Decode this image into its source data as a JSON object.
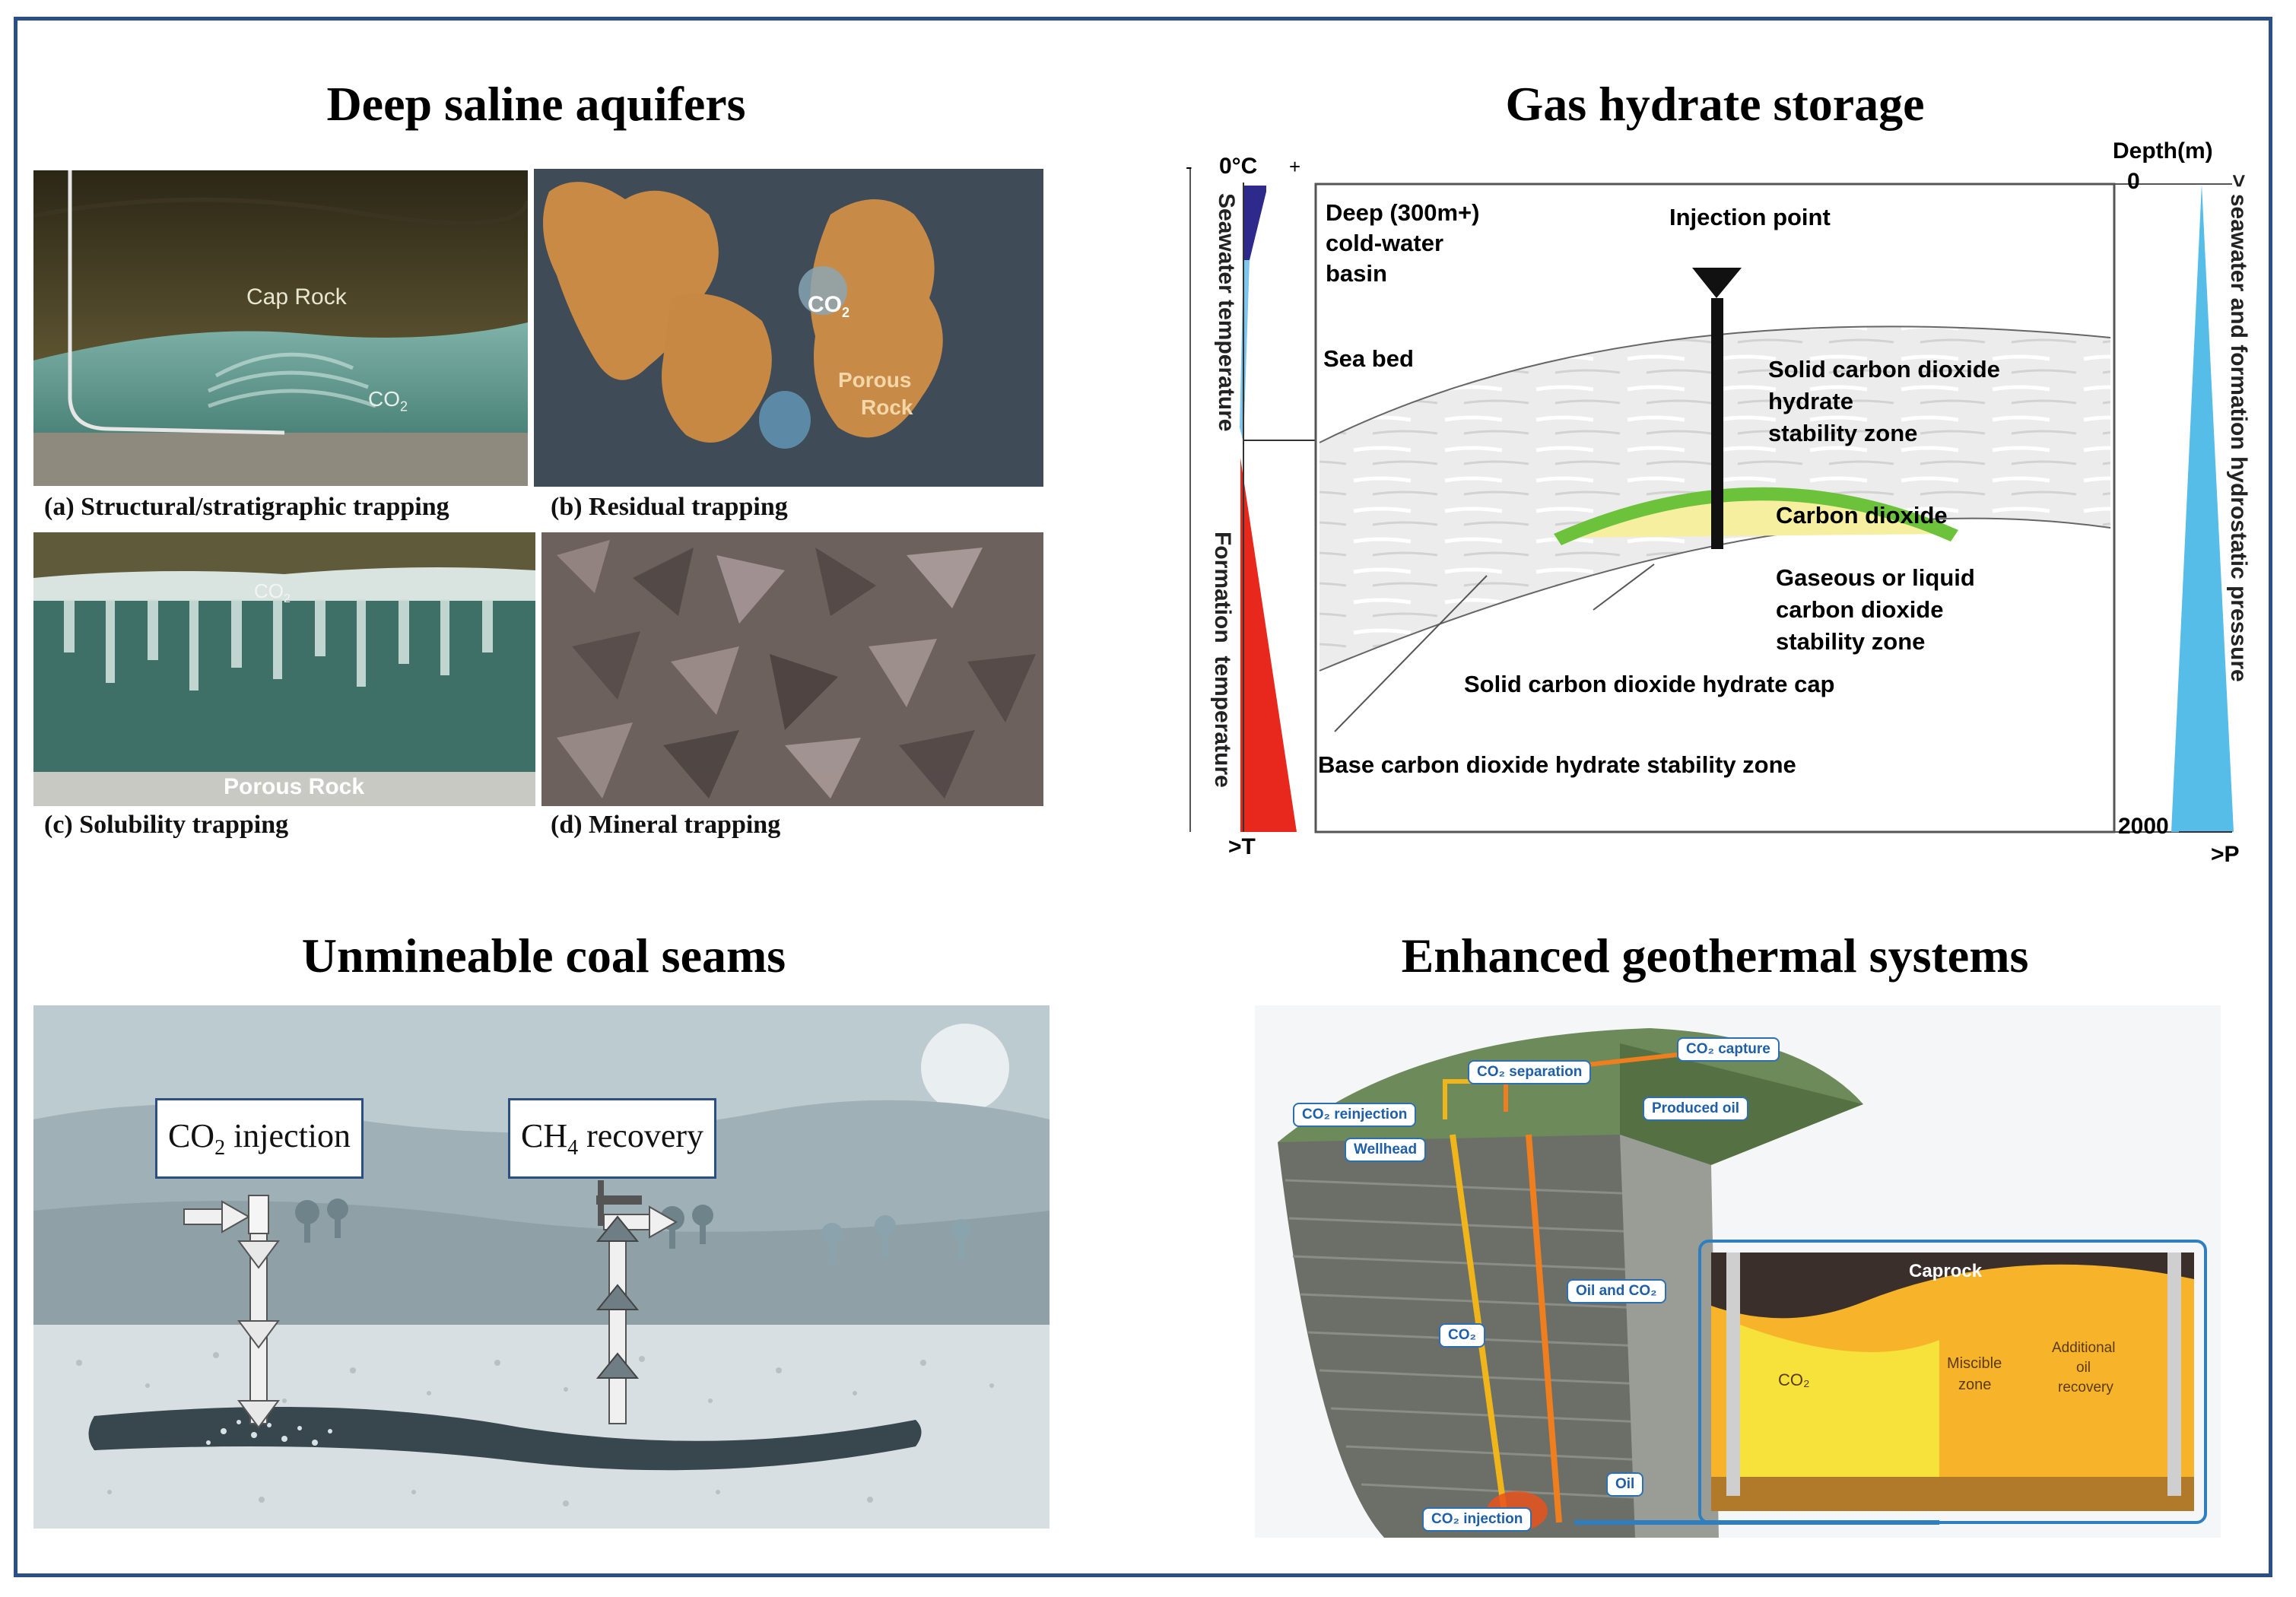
{
  "panels": {
    "deep_saline": {
      "title": "Deep saline aquifers",
      "captions": {
        "a": "(a) Structural/stratigraphic trapping",
        "b": "(b) Residual trapping",
        "c": "(c) Solubility trapping",
        "d": "(d) Mineral trapping"
      },
      "photo_labels": {
        "cap_rock": "Cap Rock",
        "co2_a": "CO",
        "co2_b": "CO",
        "porous_b_1": "Porous",
        "porous_b_2": "Rock",
        "co2_c": "CO",
        "porous_c": "Porous Rock"
      },
      "subscript_2": "2"
    },
    "gas_hydrate": {
      "title": "Gas hydrate storage",
      "zero_c": "0°C",
      "minus": "-",
      "plus": "+",
      "depth_label": "Depth(m)",
      "depth_top": "0",
      "depth_bottom": "2000",
      "left_axis_upper": "Seawater temperature",
      "left_axis_lower": "Formation  temperature",
      "right_axis": "> seawater and formation hydrostatic pressure",
      "gt_t": ">T",
      "gt_p": ">P",
      "basin_1": "Deep (300m+)",
      "basin_2": "cold-water",
      "basin_3": "basin",
      "injection_point": "Injection point",
      "sea_bed": "Sea bed",
      "hydrate_zone_1": "Solid carbon dioxide",
      "hydrate_zone_2": "hydrate",
      "hydrate_zone_3": "stability zone",
      "carbon_dioxide": "Carbon dioxide",
      "gaseous_1": "Gaseous or liquid",
      "gaseous_2": "carbon dioxide",
      "gaseous_3": "stability zone",
      "hydrate_cap": "Solid carbon dioxide hydrate cap",
      "base_zone": "Base carbon dioxide hydrate stability zone"
    },
    "coal": {
      "title": "Unmineable coal seams",
      "co2_injection_pre": "CO",
      "co2_injection_sub": "2",
      "co2_injection_post": " injection",
      "ch4_recovery_pre": "CH",
      "ch4_recovery_sub": "4",
      "ch4_recovery_post": " recovery"
    },
    "geothermal": {
      "title": "Enhanced geothermal systems",
      "tags": {
        "co2_capture": "CO₂ capture",
        "co2_separation": "CO₂ separation",
        "co2_reinjection": "CO₂ reinjection",
        "produced_oil": "Produced oil",
        "wellhead": "Wellhead",
        "oil_and_co2": "Oil and CO₂",
        "co2": "CO₂",
        "oil": "Oil",
        "co2_injection": "CO₂ injection"
      },
      "inset": {
        "caprock": "Caprock",
        "co2": "CO₂",
        "miscible_1": "Miscible",
        "miscible_2": "zone",
        "additional_1": "Additional",
        "additional_2": "oil",
        "additional_3": "recovery"
      }
    }
  },
  "colors": {
    "frame": "#2a4f86",
    "hydrate_green": "#6cc23a",
    "co2_yellow": "#f6efa0",
    "seawater_blue": "#5fb8e6",
    "formation_red": "#e8281c",
    "pressure_blue": "#56bde8"
  }
}
